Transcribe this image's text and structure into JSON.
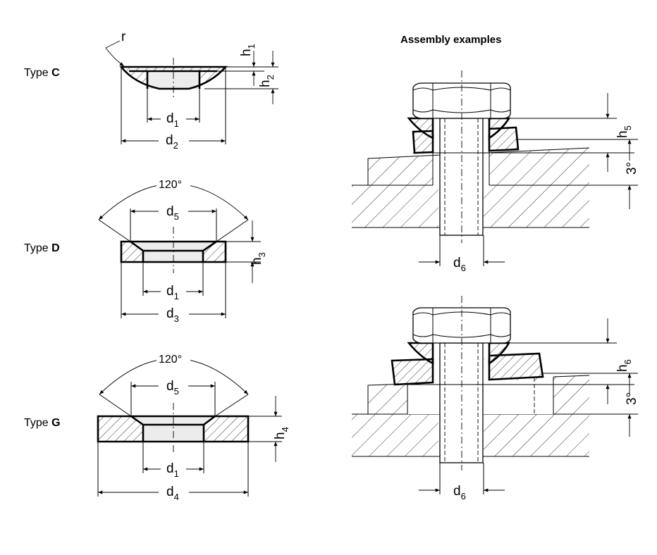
{
  "title": "Assembly examples",
  "types": [
    {
      "prefix": "Type ",
      "letter": "C"
    },
    {
      "prefix": "Type ",
      "letter": "D"
    },
    {
      "prefix": "Type ",
      "letter": "G"
    }
  ],
  "labels": {
    "r": "r",
    "angle1": "120°",
    "angle2": "120°",
    "deg1": "3°",
    "deg2": "3°"
  },
  "dims": {
    "d1_C": {
      "base": "d",
      "sub": "1"
    },
    "d2": {
      "base": "d",
      "sub": "2"
    },
    "h1": {
      "base": "h",
      "sub": "1"
    },
    "h2": {
      "base": "h",
      "sub": "2"
    },
    "d5_D": {
      "base": "d",
      "sub": "5"
    },
    "d1_D": {
      "base": "d",
      "sub": "1"
    },
    "d3": {
      "base": "d",
      "sub": "3"
    },
    "h3": {
      "base": "h",
      "sub": "3"
    },
    "d5_G": {
      "base": "d",
      "sub": "5"
    },
    "d1_G": {
      "base": "d",
      "sub": "1"
    },
    "d4": {
      "base": "d",
      "sub": "4"
    },
    "h4": {
      "base": "h",
      "sub": "4"
    },
    "h5": {
      "base": "h",
      "sub": "5"
    },
    "d6_top": {
      "base": "d",
      "sub": "6"
    },
    "h6": {
      "base": "h",
      "sub": "6"
    },
    "d6_bottom": {
      "base": "d",
      "sub": "6"
    }
  }
}
